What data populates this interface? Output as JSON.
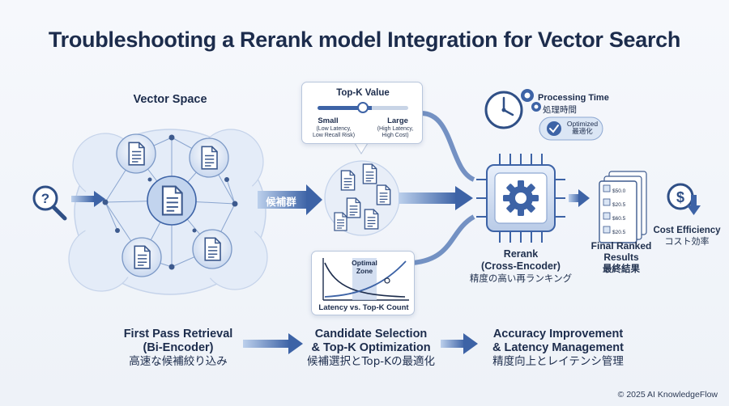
{
  "title": "Troubleshooting a Rerank model Integration for Vector Search",
  "vector_space": {
    "label": "Vector Space"
  },
  "candidates_tag": "候補群",
  "topk": {
    "title": "Top-K Value",
    "small_label": "Small",
    "small_note1": "(Low Latency,",
    "small_note2": "Low Recall Risk)",
    "large_label": "Large",
    "large_note1": "(High Latency,",
    "large_note2": "High Cost)"
  },
  "latency_chart": {
    "zone_line1": "Optimal",
    "zone_line2": "Zone",
    "caption": "Latency vs. Top-K Count"
  },
  "processing": {
    "title": "Processing Time",
    "title_jp": "処理時間",
    "badge1": "Optimized",
    "badge2": "最適化"
  },
  "rerank": {
    "line1": "Rerank",
    "line2": "(Cross-Encoder)",
    "line3": "精度の高い再ランキング"
  },
  "results": {
    "rows": [
      "$50.0",
      "$20.5",
      "$60.5",
      "$20.5"
    ],
    "line1": "Final Ranked",
    "line2": "Results",
    "line3": "最終結果"
  },
  "cost": {
    "line1": "Cost Efficiency",
    "line2": "コスト効率"
  },
  "stages": [
    {
      "line1": "First Pass Retrieval",
      "line2": "(Bi-Encoder)",
      "line3": "高速な候補絞り込み"
    },
    {
      "line1": "Candidate Selection",
      "line2": "& Top-K Optimization",
      "line3": "候補選択とTop-Kの最適化"
    },
    {
      "line1": "Accuracy Improvement",
      "line2": "& Latency Management",
      "line3": "精度向上とレイテンシ管理"
    }
  ],
  "copyright": "© 2025 AI KnowledgeFlow",
  "colors": {
    "primary": "#3d63a6",
    "dark": "#1c2c4c",
    "light": "#dbe6f5",
    "arrow": "#5478b5"
  }
}
